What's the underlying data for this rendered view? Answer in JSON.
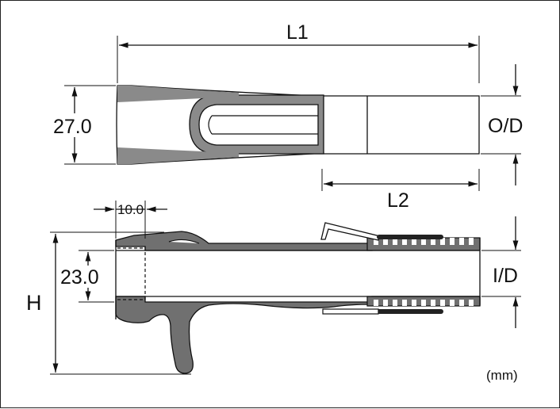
{
  "labels": {
    "L1": "L1",
    "L2": "L2",
    "OD": "O/D",
    "ID": "I/D",
    "H": "H",
    "width_top": "27.0",
    "width_bore": "23.0",
    "head": "10.0",
    "unit": "(mm)"
  },
  "colors": {
    "body_fill": "#707070",
    "line": "#111111",
    "background": "#ffffff"
  }
}
